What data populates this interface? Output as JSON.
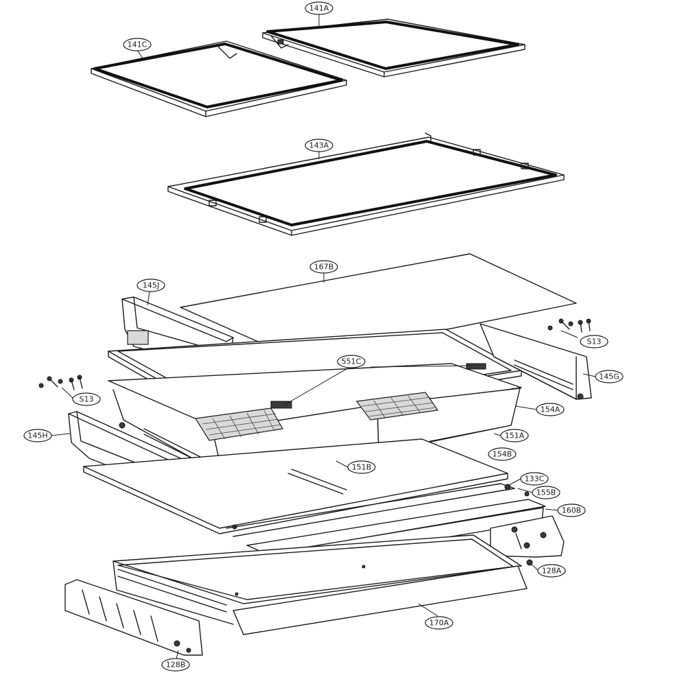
{
  "labels": {
    "l141A": "141A",
    "l141C": "141C",
    "l143A": "143A",
    "l167B": "167B",
    "l145J": "145J",
    "l551C": "551C",
    "l513a": "S13",
    "l513b": "S13",
    "l145G": "145G",
    "l154A": "154A",
    "l145H": "145H",
    "l151A": "151A",
    "l151B": "151B",
    "l154B": "154B",
    "l133C": "133C",
    "l155B": "155B",
    "l160B": "160B",
    "l128A": "128A",
    "l170A": "170A",
    "l128B": "128B"
  }
}
